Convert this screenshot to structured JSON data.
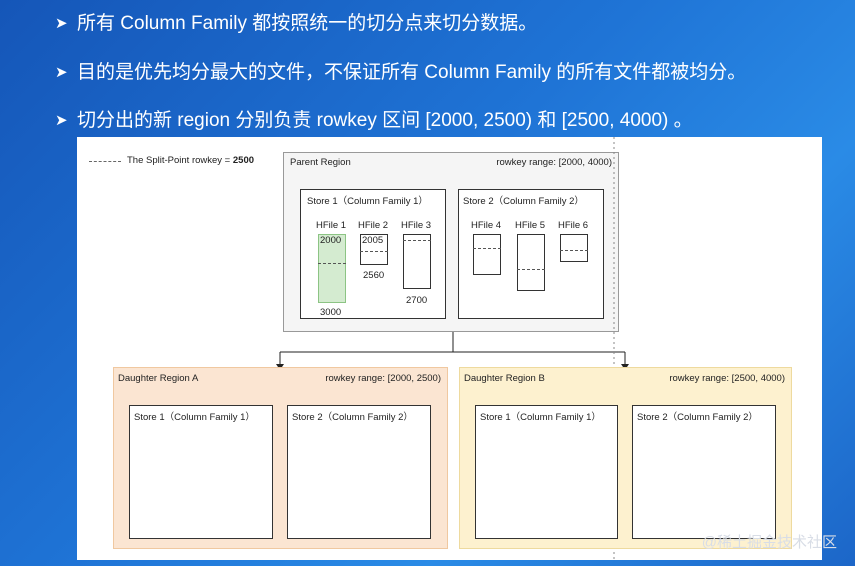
{
  "bullets": [
    "所有 Column Family 都按照统一的切分点来切分数据。",
    "目的是优先均分最大的文件，不保证所有 Column Family 的所有文件都被均分。",
    "切分出的新 region 分别负责 rowkey 区间 [2000, 2500) 和 [2500, 4000) 。"
  ],
  "bullet_icon": "arrow-bullet-icon",
  "legend": {
    "prefix": "The Split-Point rowkey = ",
    "value": "2500"
  },
  "parent": {
    "title": "Parent Region",
    "range": "rowkey range: [2000, 4000)",
    "store1": {
      "title": "Store 1（Column Family 1）",
      "hfiles": [
        {
          "name": "HFile 1",
          "top": "2000",
          "bottom": "3000"
        },
        {
          "name": "HFile 2",
          "top": "2005",
          "bottom": "2560"
        },
        {
          "name": "HFile 3",
          "bottom": "2700"
        }
      ]
    },
    "store2": {
      "title": "Store 2（Column Family 2）",
      "hfiles": [
        {
          "name": "HFile 4"
        },
        {
          "name": "HFile 5"
        },
        {
          "name": "HFile 6"
        }
      ]
    }
  },
  "daughter_a": {
    "title": "Daughter Region A",
    "range": "rowkey range: [2000, 2500)",
    "store1": "Store 1（Column Family 1）",
    "store2": "Store 2（Column Family 2）"
  },
  "daughter_b": {
    "title": "Daughter Region B",
    "range": "rowkey range: [2500, 4000)",
    "store1": "Store 1（Column Family 1）",
    "store2": "Store 2（Column Family 2）"
  },
  "watermark": "@稀土掘金技术社区",
  "colors": {
    "background": "#1f74d6",
    "parent_bg": "#f5f5f5",
    "daughter_a_bg": "#fbe5d2",
    "daughter_a_border": "#f0c8a0",
    "daughter_b_bg": "#fdf1cf",
    "daughter_b_border": "#eeda9e",
    "hfile1_fill": "#d4ebd0",
    "hfile1_border": "#8cc484"
  }
}
